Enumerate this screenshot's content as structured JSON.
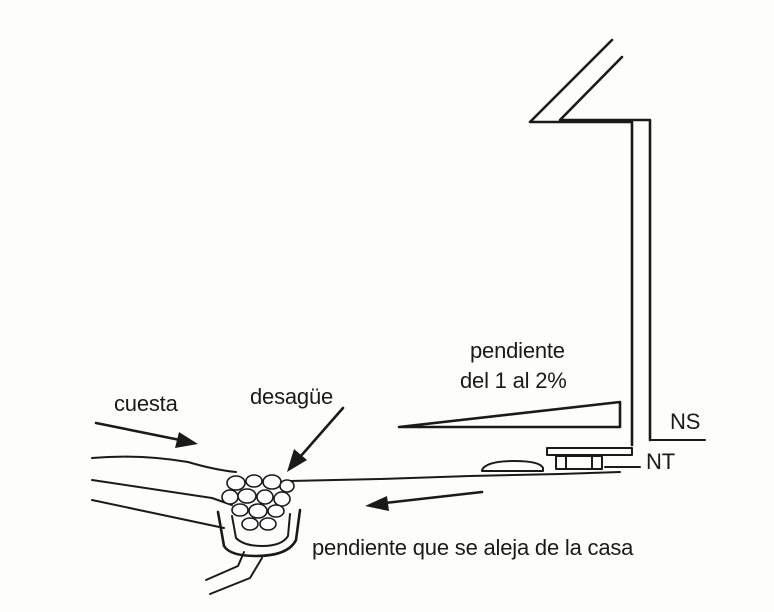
{
  "labels": {
    "cuesta": "cuesta",
    "desague": "desagüe",
    "pendiente_line1": "pendiente",
    "pendiente_line2": "del 1 al 2%",
    "ns": "NS",
    "nt": "NT",
    "pendiente_casa": "pendiente que se aleja de la casa"
  },
  "colors": {
    "ink": "#1a1a1a",
    "paper": "#fdfdfc"
  }
}
